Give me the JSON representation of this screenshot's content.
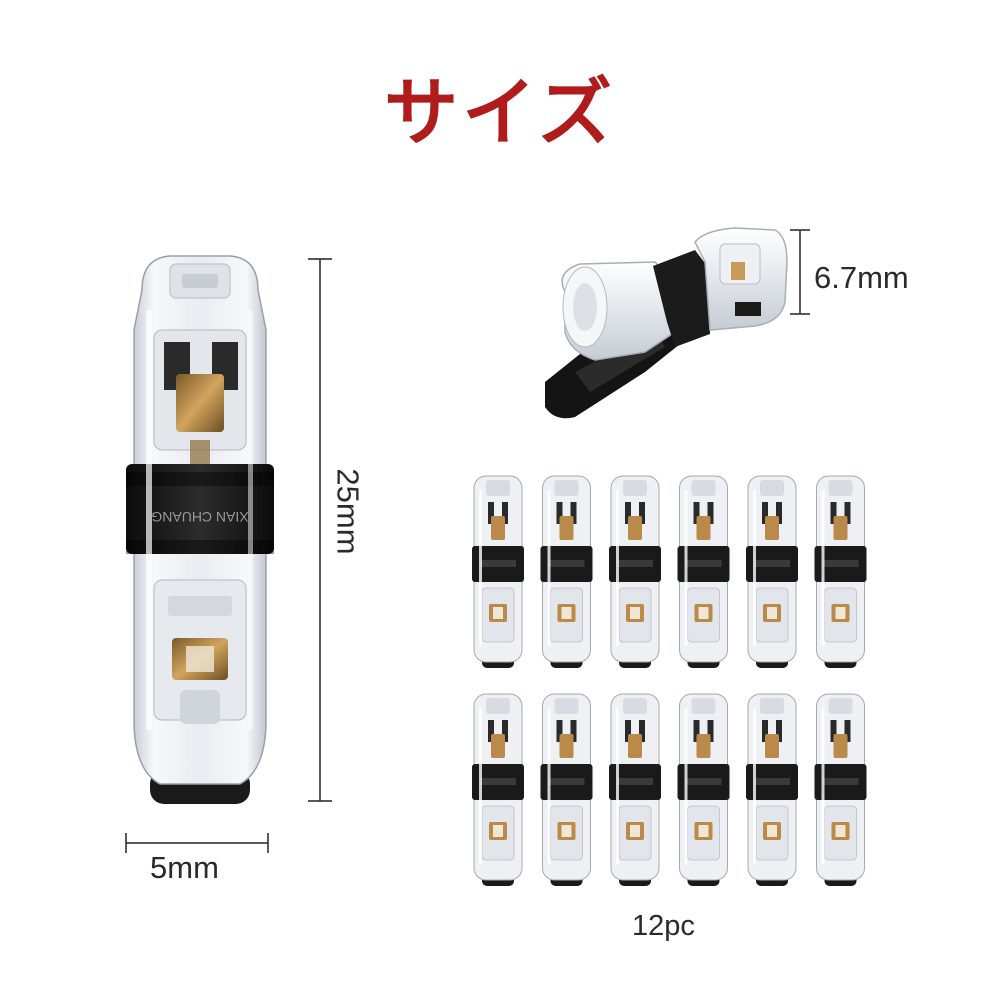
{
  "title": "サイズ",
  "dimensions": {
    "length": "25mm",
    "width": "5mm",
    "height": "6.7mm"
  },
  "quantity_label": "12pc",
  "connector_print": "XIAN CHUANG",
  "grid": {
    "rows": 2,
    "columns": 6
  },
  "colors": {
    "title": "#b01c1c",
    "body_clear": "#eef0f3",
    "band_black": "#1a1a1a",
    "contact_brass": "#b98a4a"
  }
}
